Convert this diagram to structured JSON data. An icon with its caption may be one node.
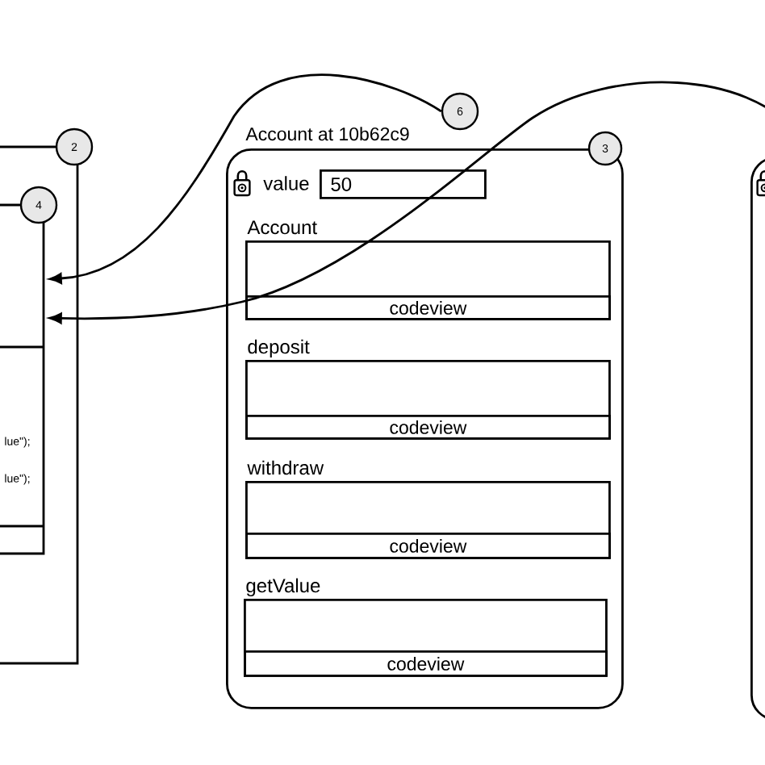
{
  "diagram": {
    "nodes": [
      {
        "text": [],
        "shape": "box"
      },
      {
        "text": [
          "2"
        ]
      },
      {
        "text": [
          "lue\");",
          "lue\");"
        ],
        "in": 0
      },
      {
        "text": [
          "4"
        ],
        "in": 0
      },
      {
        "text": [
          "6"
        ]
      },
      {
        "text": [
          "Account at 10b62c9"
        ]
      },
      {
        "text": [
          "3"
        ]
      },
      {
        "text": [
          "50"
        ],
        "beside": [
          "value"
        ],
        "in": 5
      },
      {
        "text": [
          "Account"
        ],
        "in": 5
      },
      {
        "text": [
          "codeview"
        ],
        "in": 8
      },
      {
        "text": [
          "deposit"
        ],
        "in": 5
      },
      {
        "text": [
          "codeview"
        ],
        "in": 10
      },
      {
        "text": [
          "withdraw"
        ],
        "in": 5
      },
      {
        "text": [
          "codeview"
        ],
        "in": 12
      },
      {
        "text": [
          "getValue"
        ],
        "in": 5
      },
      {
        "text": [
          "codeview"
        ],
        "in": 14
      },
      {
        "text": [],
        "shape": "box"
      }
    ],
    "edges": [
      {
        "from": 4,
        "to": 2,
        "arrow": "to"
      },
      {
        "from": null,
        "to": 2,
        "arrow": "to"
      }
    ]
  }
}
